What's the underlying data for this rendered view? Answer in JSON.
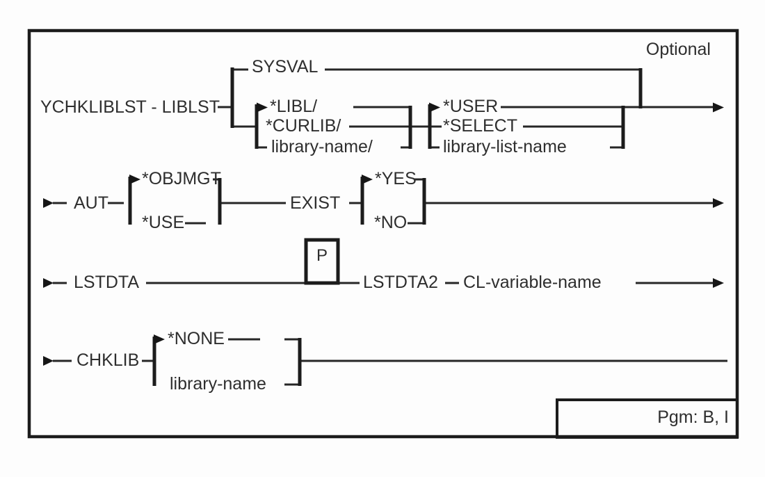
{
  "diagram": {
    "note_optional": "Optional",
    "pgm_box": "Pgm: B, I",
    "row1": {
      "command": "YCHKLIBLST - LIBLST",
      "sysval": "SYSVAL",
      "libl": "*LIBL/",
      "curlib": "*CURLIB/",
      "library_name": "library-name/",
      "user": "*USER",
      "select": "*SELECT",
      "library_list_name": "library-list-name"
    },
    "row2": {
      "aut": "AUT",
      "objmgt": "*OBJMGT",
      "use": "*USE",
      "exist": "EXIST",
      "yes": "*YES",
      "no": "*NO"
    },
    "row3": {
      "lstdta": "LSTDTA",
      "p_box": "P",
      "lstdta2": "LSTDTA2",
      "cl_variable": "CL-variable-name"
    },
    "row4": {
      "chklib": "CHKLIB",
      "none": "*NONE",
      "library_name": "library-name"
    }
  }
}
